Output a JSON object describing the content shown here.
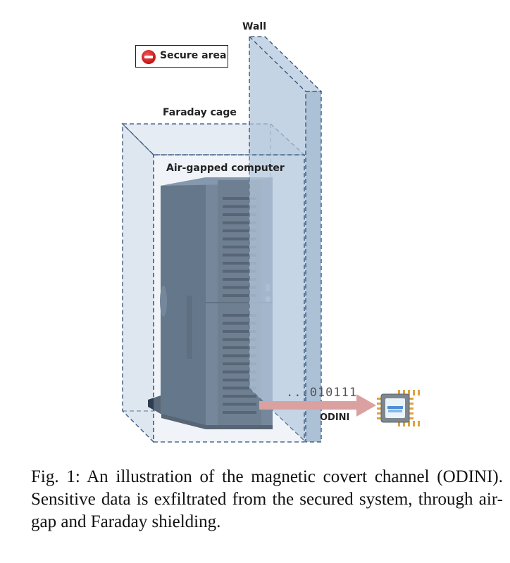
{
  "labels": {
    "wall": "Wall",
    "secure_area": "Secure area",
    "faraday_cage": "Faraday cage",
    "air_gapped_computer": "Air-gapped computer",
    "bits": "...010111",
    "odini": "ODINI"
  },
  "icons": {
    "secure_area": "no-entry-icon",
    "receiver": "chip-icon"
  },
  "colors": {
    "shield_fill": "#b6c9dc",
    "dashed_edges": "#2e4f77",
    "computer_body": "#4f6378",
    "arrow": "#dba1a1"
  },
  "caption": "Fig. 1: An illustration of the magnetic covert channel (ODINI). Sensitive data is exfiltrated from the secured system, through air-gap and Faraday shielding."
}
